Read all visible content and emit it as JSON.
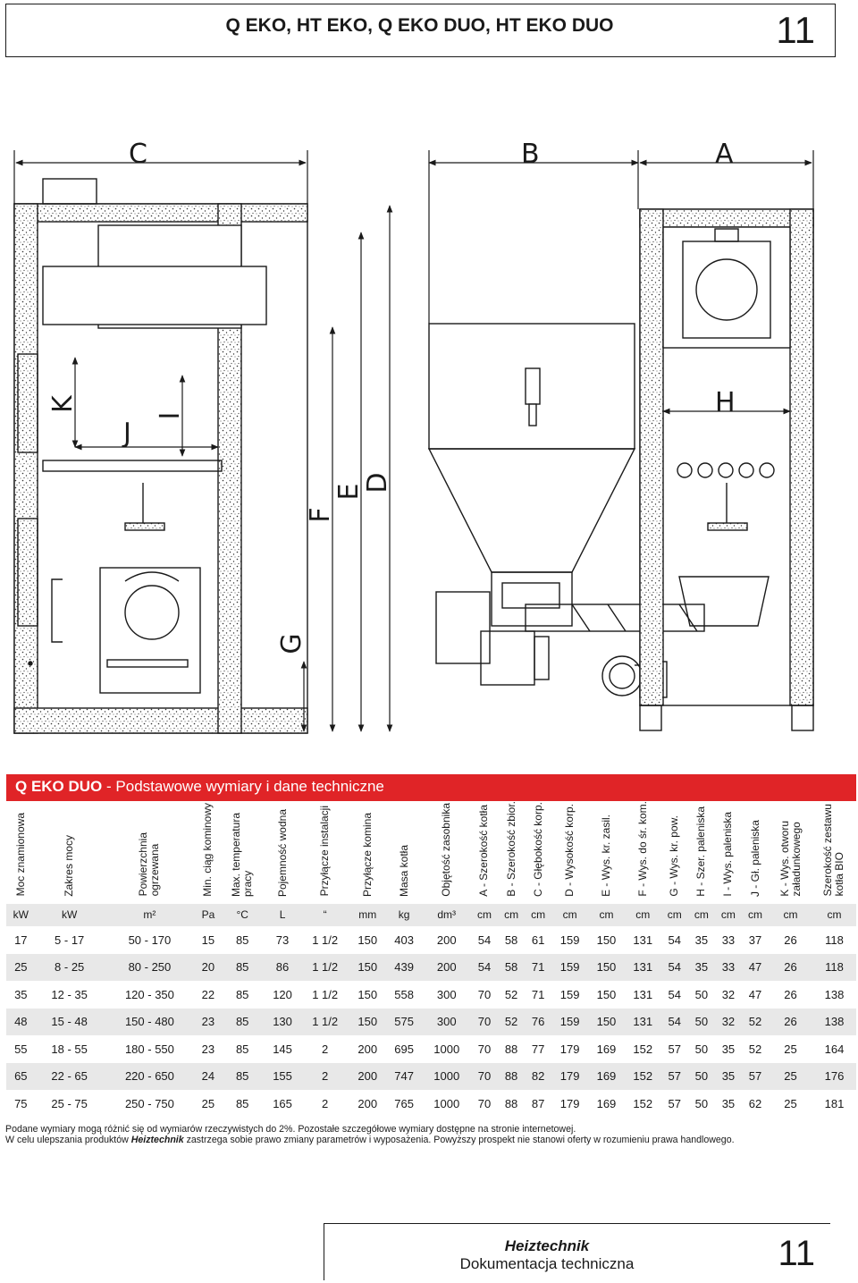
{
  "header": {
    "title": "Q EKO, HT EKO, Q EKO DUO, HT EKO DUO",
    "page_number": "11"
  },
  "drawing": {
    "labels": [
      "C",
      "B",
      "A",
      "D",
      "E",
      "F",
      "G",
      "H",
      "K",
      "J",
      "I"
    ]
  },
  "table": {
    "title_bold": "Q EKO DUO",
    "title_rest": " - Podstawowe wymiary i dane techniczne",
    "headers": [
      "Moc znamionowa",
      "Zakres mocy",
      "Powierzchnia\nogrzewana",
      "Min. ciąg kominowy",
      "Max. temperatura\npracy",
      "Pojemność wodna",
      "Przyłącze instalacji",
      "Przyłącze komina",
      "Masa kotła",
      "Objętość zasobnika",
      "A - Szerokość kotła",
      "B - Szerokość zbior.",
      "C - Głębokość korp.",
      "D - Wysokość korp.",
      "E - Wys. kr. zasil.",
      "F - Wys. do śr. kom.",
      "G - Wys. kr. pow.",
      "H - Szer. paleniska",
      "I - Wys. paleniska",
      "J - Gł. paleniska",
      "K - Wys. otworu\nzaładunkowego",
      "Szerokość zestawu\nkotła BIO"
    ],
    "units": [
      "kW",
      "kW",
      "m²",
      "Pa",
      "°C",
      "L",
      "“",
      "mm",
      "kg",
      "dm³",
      "cm",
      "cm",
      "cm",
      "cm",
      "cm",
      "cm",
      "cm",
      "cm",
      "cm",
      "cm",
      "cm",
      "cm"
    ],
    "rows": [
      [
        "17",
        "5 - 17",
        "50 - 170",
        "15",
        "85",
        "73",
        "1 1/2",
        "150",
        "403",
        "200",
        "54",
        "58",
        "61",
        "159",
        "150",
        "131",
        "54",
        "35",
        "33",
        "37",
        "26",
        "118"
      ],
      [
        "25",
        "8 - 25",
        "80 - 250",
        "20",
        "85",
        "86",
        "1 1/2",
        "150",
        "439",
        "200",
        "54",
        "58",
        "71",
        "159",
        "150",
        "131",
        "54",
        "35",
        "33",
        "47",
        "26",
        "118"
      ],
      [
        "35",
        "12 - 35",
        "120 - 350",
        "22",
        "85",
        "120",
        "1 1/2",
        "150",
        "558",
        "300",
        "70",
        "52",
        "71",
        "159",
        "150",
        "131",
        "54",
        "50",
        "32",
        "47",
        "26",
        "138"
      ],
      [
        "48",
        "15 - 48",
        "150 - 480",
        "23",
        "85",
        "130",
        "1 1/2",
        "150",
        "575",
        "300",
        "70",
        "52",
        "76",
        "159",
        "150",
        "131",
        "54",
        "50",
        "32",
        "52",
        "26",
        "138"
      ],
      [
        "55",
        "18 - 55",
        "180 - 550",
        "23",
        "85",
        "145",
        "2",
        "200",
        "695",
        "1000",
        "70",
        "88",
        "77",
        "179",
        "169",
        "152",
        "57",
        "50",
        "35",
        "52",
        "25",
        "164"
      ],
      [
        "65",
        "22 - 65",
        "220 - 650",
        "24",
        "85",
        "155",
        "2",
        "200",
        "747",
        "1000",
        "70",
        "88",
        "82",
        "179",
        "169",
        "152",
        "57",
        "50",
        "35",
        "57",
        "25",
        "176"
      ],
      [
        "75",
        "25 - 75",
        "250 - 750",
        "25",
        "85",
        "165",
        "2",
        "200",
        "765",
        "1000",
        "70",
        "88",
        "87",
        "179",
        "169",
        "152",
        "57",
        "50",
        "35",
        "62",
        "25",
        "181"
      ]
    ]
  },
  "notes": {
    "line1": "Podane wymiary mogą różnić się od wymiarów rzeczywistych do 2%. Pozostałe szczegółowe wymiary dostępne na stronie internetowej.",
    "line2_pre": "W celu ulepszania produktów ",
    "line2_brand": "Heiztechnik",
    "line2_post": " zastrzega sobie prawo zmiany parametrów i wyposażenia. Powyższy prospekt nie stanowi oferty w rozumieniu prawa handlowego."
  },
  "footer": {
    "brand": "Heiztechnik",
    "doc": "Dokumentacja techniczna",
    "page_number": "11"
  },
  "colors": {
    "accent": "#e02427",
    "alt_row": "#e8e8e8"
  }
}
